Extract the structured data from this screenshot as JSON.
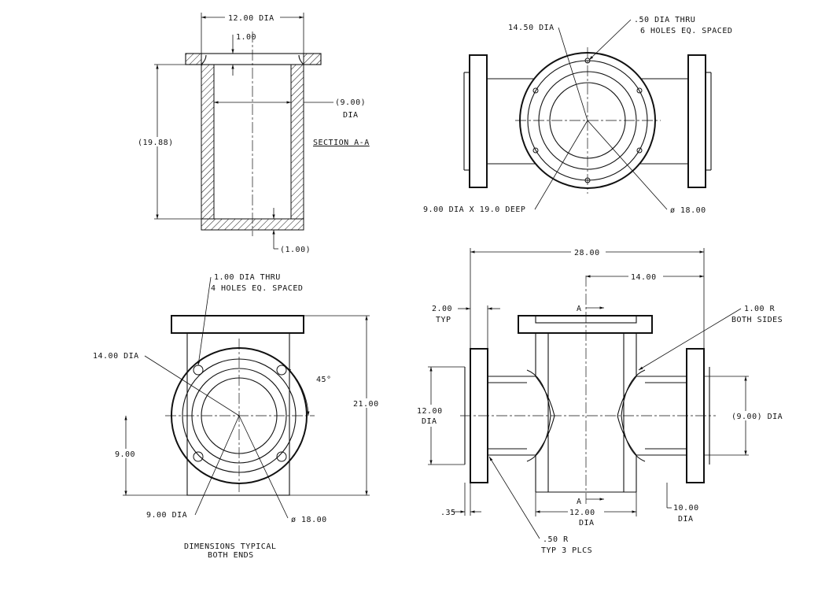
{
  "section_view": {
    "top_dia": "12.00 DIA",
    "top_thickness": "1.00",
    "height": "(19.88)",
    "bore_dia": "(9.00)",
    "bore_dia_suffix": "DIA",
    "section_label": "SECTION A-A",
    "bottom_thickness": "(1.00)"
  },
  "side_view": {
    "bc_dia": "14.50 DIA",
    "holes_line1": ".50 DIA THRU",
    "holes_line2": "6 HOLES EQ. SPACED",
    "bore": "9.00 DIA X 19.0 DEEP",
    "od": "ø 18.00"
  },
  "end_view": {
    "holes_line1": "1.00 DIA THRU",
    "holes_line2": "4 HOLES EQ. SPACED",
    "bc_dia": "14.00 DIA",
    "angle": "45°",
    "height": "21.00",
    "half": "9.00",
    "bore_dia": "9.00 DIA",
    "od": "ø 18.00",
    "note_line1": "DIMENSIONS TYPICAL",
    "note_line2": "BOTH ENDS"
  },
  "front_view": {
    "overall": "28.00",
    "half": "14.00",
    "flange_thk": "2.00",
    "flange_typ": "TYP",
    "section_marker": "A",
    "radius": "1.00 R",
    "radius_note": "BOTH SIDES",
    "pipe_od": "12.00",
    "pipe_od_suffix": "DIA",
    "bore_dia": "(9.00) DIA",
    "gap": ".35",
    "bottom_od": "12.00",
    "bottom_od_suffix": "DIA",
    "end_od": "10.00",
    "end_od_suffix": "DIA",
    "fillet": ".50 R",
    "fillet_note": "TYP 3 PLCS"
  }
}
